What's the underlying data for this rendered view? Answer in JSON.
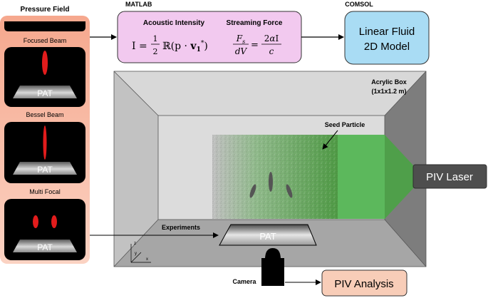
{
  "pressure_field": {
    "title": "Pressure Field",
    "panels": [
      {
        "label": "Focused Beam",
        "pat": "PAT"
      },
      {
        "label": "Bessel Beam",
        "pat": "PAT"
      },
      {
        "label": "Multi Focal",
        "pat": "PAT"
      }
    ]
  },
  "matlab": {
    "title": "MATLAB",
    "acoustic_heading": "Acoustic Intensity",
    "streaming_heading": "Streaming Force",
    "eq_intensity": "I = ½ ℝ(p · v₁*)",
    "eq_force": "Fₛ/dV = 2αI/c"
  },
  "comsol": {
    "title": "COMSOL",
    "model_line1": "Linear Fluid",
    "model_line2": "2D Model"
  },
  "box": {
    "title": "Acrylic Box",
    "size": "(1x1x1.2 m)",
    "seed_label": "Seed Particle",
    "pat": "PAT",
    "experiments": "Experiments",
    "axis_z": "z",
    "axis_y": "y",
    "axis_x": "x"
  },
  "piv_laser": "PIV Laser",
  "camera": "Camera",
  "piv_analysis": "PIV Analysis",
  "colors": {
    "pink_panel": "#f6b9a3",
    "matlab_box": "#f2c9ef",
    "comsol_box": "#a9dcf4",
    "piv_analysis_box": "#f8cdb8",
    "laser_green": "#5cb85c"
  }
}
